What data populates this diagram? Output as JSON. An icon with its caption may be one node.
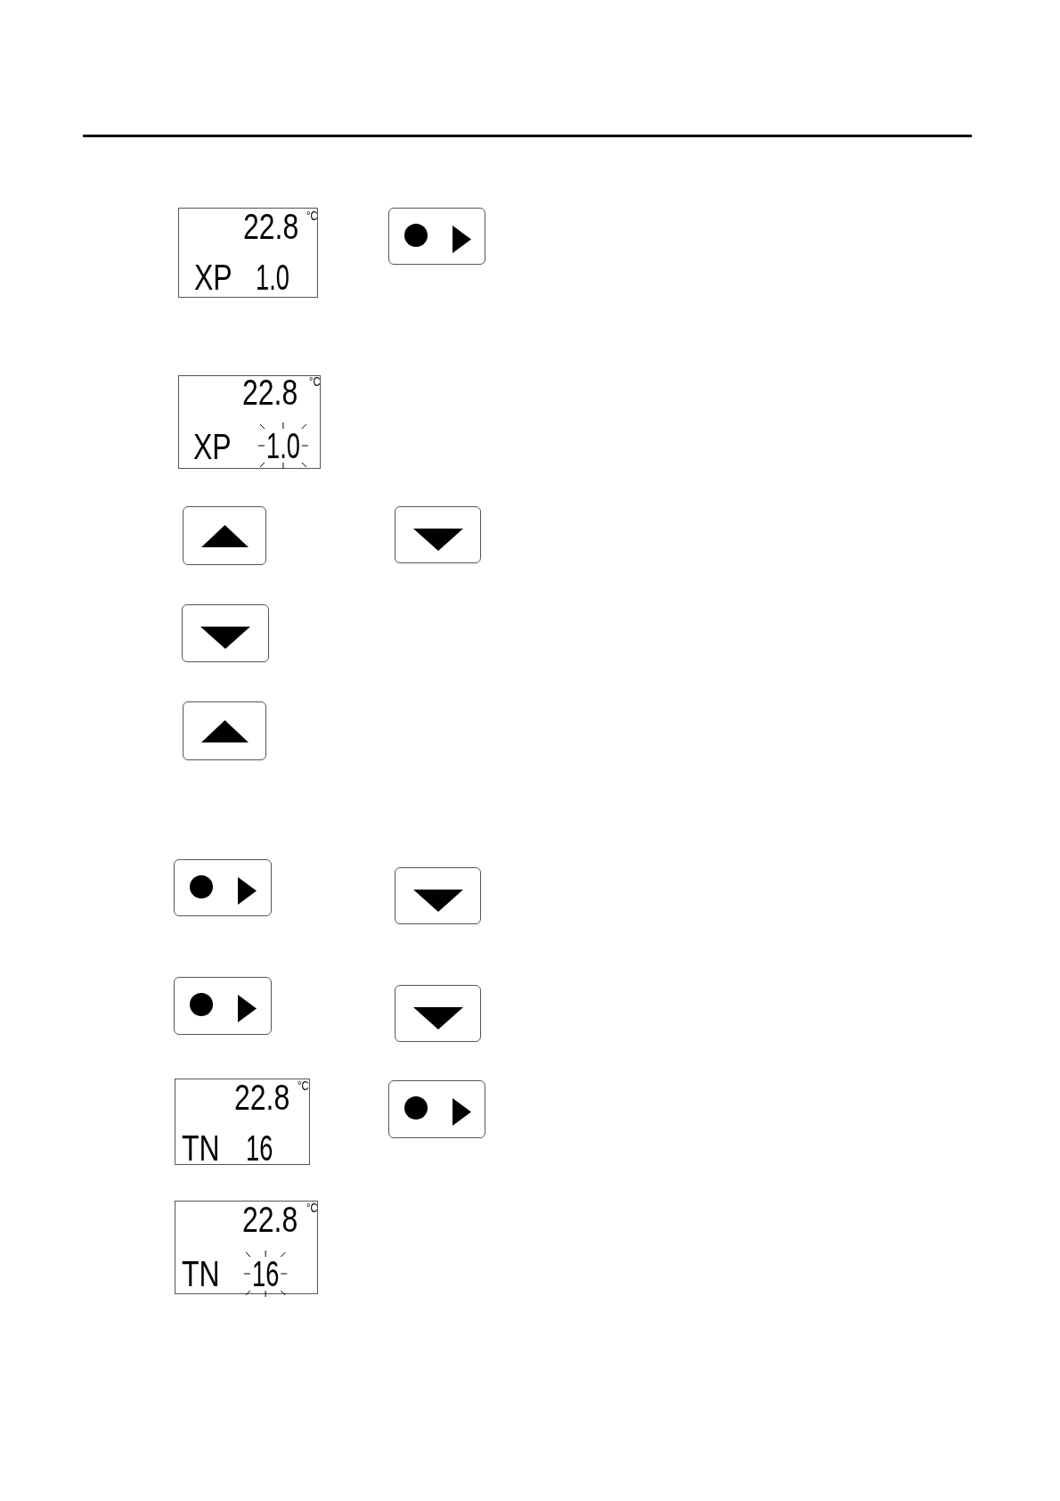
{
  "diagram": {
    "nodes": [
      {
        "text": [
          "22.8",
          "°C",
          "XP",
          "1.0"
        ]
      },
      {
        "text": [],
        "shape": "box"
      },
      {
        "text": [
          "22.8",
          "°C",
          "XP",
          "1.0"
        ]
      },
      {
        "text": [],
        "shape": "box"
      },
      {
        "text": [],
        "shape": "box"
      },
      {
        "text": [],
        "shape": "box"
      },
      {
        "text": [],
        "shape": "box"
      },
      {
        "text": [],
        "shape": "box"
      },
      {
        "text": [],
        "shape": "box"
      },
      {
        "text": [],
        "shape": "box"
      },
      {
        "text": [],
        "shape": "box"
      },
      {
        "text": [
          "22.8",
          "°C",
          "TN",
          "16"
        ]
      },
      {
        "text": [],
        "shape": "box"
      },
      {
        "text": [
          "22.8",
          "°C",
          "TN",
          "16"
        ]
      }
    ]
  }
}
